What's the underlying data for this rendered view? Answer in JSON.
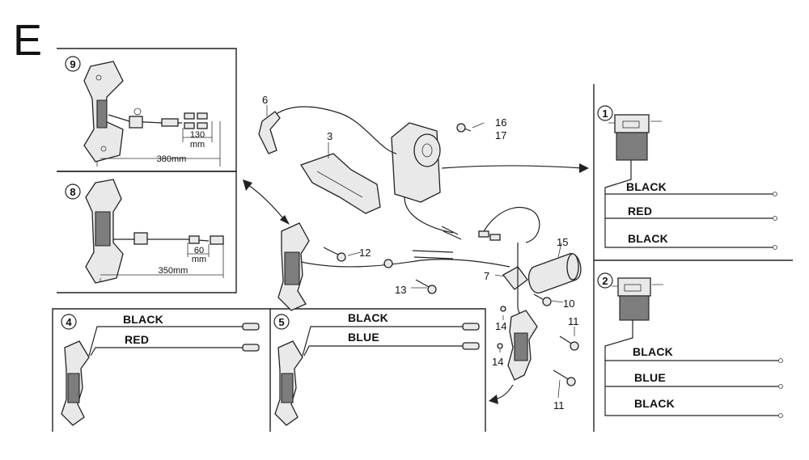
{
  "section_letter": "E",
  "panels": {
    "p9": {
      "callout": "9",
      "dim_short": "130",
      "dim_short_unit": "mm",
      "dim_long": "380mm"
    },
    "p8": {
      "callout": "8",
      "dim_short": "60",
      "dim_short_unit": "mm",
      "dim_long": "350mm"
    },
    "p4": {
      "callout": "4",
      "wire_top": "BLACK",
      "wire_bottom": "RED"
    },
    "p5": {
      "callout": "5",
      "wire_top": "BLACK",
      "wire_bottom": "BLUE"
    },
    "p1": {
      "callout": "1",
      "wires": [
        "BLACK",
        "RED",
        "BLACK"
      ]
    },
    "p2": {
      "callout": "2",
      "wires": [
        "BLACK",
        "BLUE",
        "BLACK"
      ]
    }
  },
  "parts": {
    "p3": "3",
    "p6": "6",
    "p7": "7",
    "p10": "10",
    "p11a": "11",
    "p11b": "11",
    "p12": "12",
    "p13": "13",
    "p14a": "14",
    "p14b": "14",
    "p15": "15",
    "p16": "16",
    "p17": "17"
  }
}
